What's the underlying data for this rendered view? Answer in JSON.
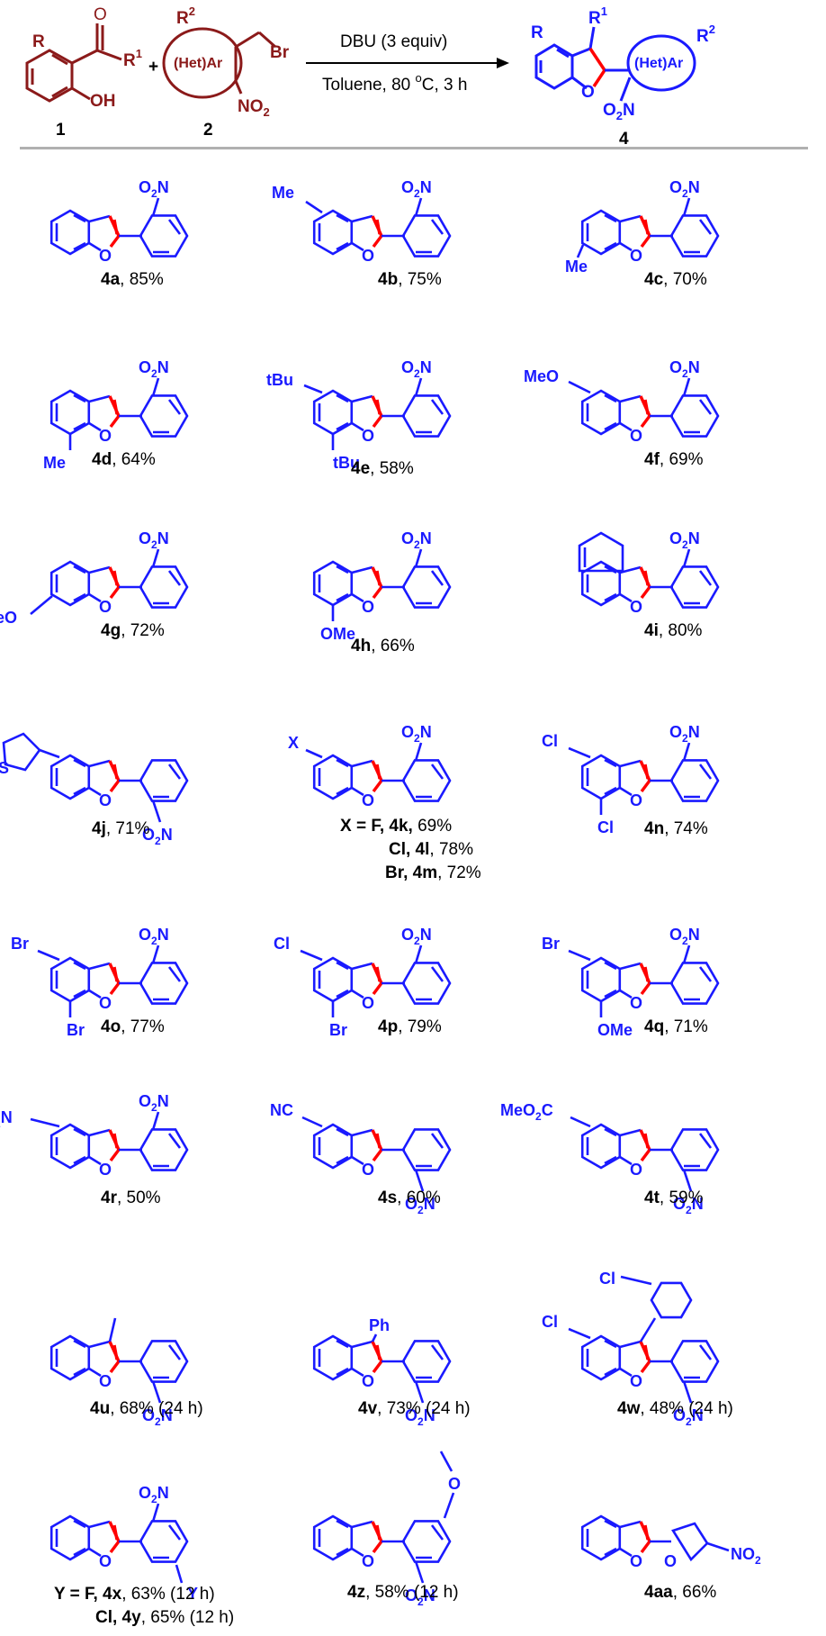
{
  "scheme": {
    "conditions_top": "DBU (3 equiv)",
    "conditions_bottom_prefix": "Toluene, 80 ",
    "conditions_bottom_deg": "o",
    "conditions_bottom_suffix": "C, 3 h",
    "reactant1_label": "1",
    "reactant2_label": "2",
    "product_label": "4",
    "plus": "+",
    "atoms": {
      "R": "R",
      "R1": "R",
      "sup1": "1",
      "R2": "R",
      "sup2": "2",
      "OH": "OH",
      "Br": "Br",
      "NO2": "NO",
      "sub2": "2",
      "O": "O",
      "HetAr": "(Het)Ar",
      "O2N_a": "O",
      "O2N_b": "2",
      "O2N_c": "N"
    }
  },
  "compounds": [
    {
      "id": "4a",
      "yield": ", 85%"
    },
    {
      "id": "4b",
      "yield": ", 75%"
    },
    {
      "id": "4c",
      "yield": ", 70%"
    },
    {
      "id": "4d",
      "yield": ", 64%"
    },
    {
      "id": "4e",
      "yield": ", 58%"
    },
    {
      "id": "4f",
      "yield": ", 69%"
    },
    {
      "id": "4g",
      "yield": ", 72%"
    },
    {
      "id": "4h",
      "yield": ", 66%"
    },
    {
      "id": "4i",
      "yield": ", 80%"
    },
    {
      "id": "4j",
      "yield": ", 71%"
    },
    {
      "id": "4k",
      "line1_bold": "X = F, 4k,",
      "line1": " 69%",
      "line2_bold": "Cl, 4l",
      "line2": ", 78%",
      "line3_bold": "Br, 4m",
      "line3": ", 72%"
    },
    {
      "id": "4n",
      "yield": ", 74%"
    },
    {
      "id": "4o",
      "yield": ", 77%"
    },
    {
      "id": "4p",
      "yield": ", 79%"
    },
    {
      "id": "4q",
      "yield": ", 71%"
    },
    {
      "id": "4r",
      "yield": ", 50%"
    },
    {
      "id": "4s",
      "yield": ", 60%"
    },
    {
      "id": "4t",
      "yield": ", 59%"
    },
    {
      "id": "4u",
      "yield": ", 68% (24 h)"
    },
    {
      "id": "4v",
      "yield": ", 73% (24 h)"
    },
    {
      "id": "4w",
      "yield": ", 48% (24 h)"
    },
    {
      "id": "4x",
      "line1_bold": "Y = F, 4x",
      "line1": ", 63% (12 h)",
      "line2_bold": "Cl, 4y",
      "line2": ", 65% (12 h)"
    },
    {
      "id": "4z",
      "yield": ", 58% (12 h)"
    },
    {
      "id": "4aa",
      "yield": ", 66%"
    }
  ],
  "substituents": {
    "Me": "Me",
    "tBu_t": "t",
    "tBu": "Bu",
    "MeO": "MeO",
    "OMe": "OMe",
    "X": "X",
    "Cl": "Cl",
    "Br": "Br",
    "O2N_O": "O",
    "O2N_2": "2",
    "O2N_N": "N",
    "NC": "NC",
    "MeO2C_a": "MeO",
    "MeO2C_2": "2",
    "MeO2C_C": "C",
    "Ph": "Ph",
    "Y": "Y",
    "S": "S",
    "NO": "NO",
    "sub2": "2"
  },
  "colors": {
    "reactant": "#8b1a1a",
    "product": "#1a1aff",
    "bond_new": "#ff0000",
    "rule": "#b0b0b0"
  }
}
